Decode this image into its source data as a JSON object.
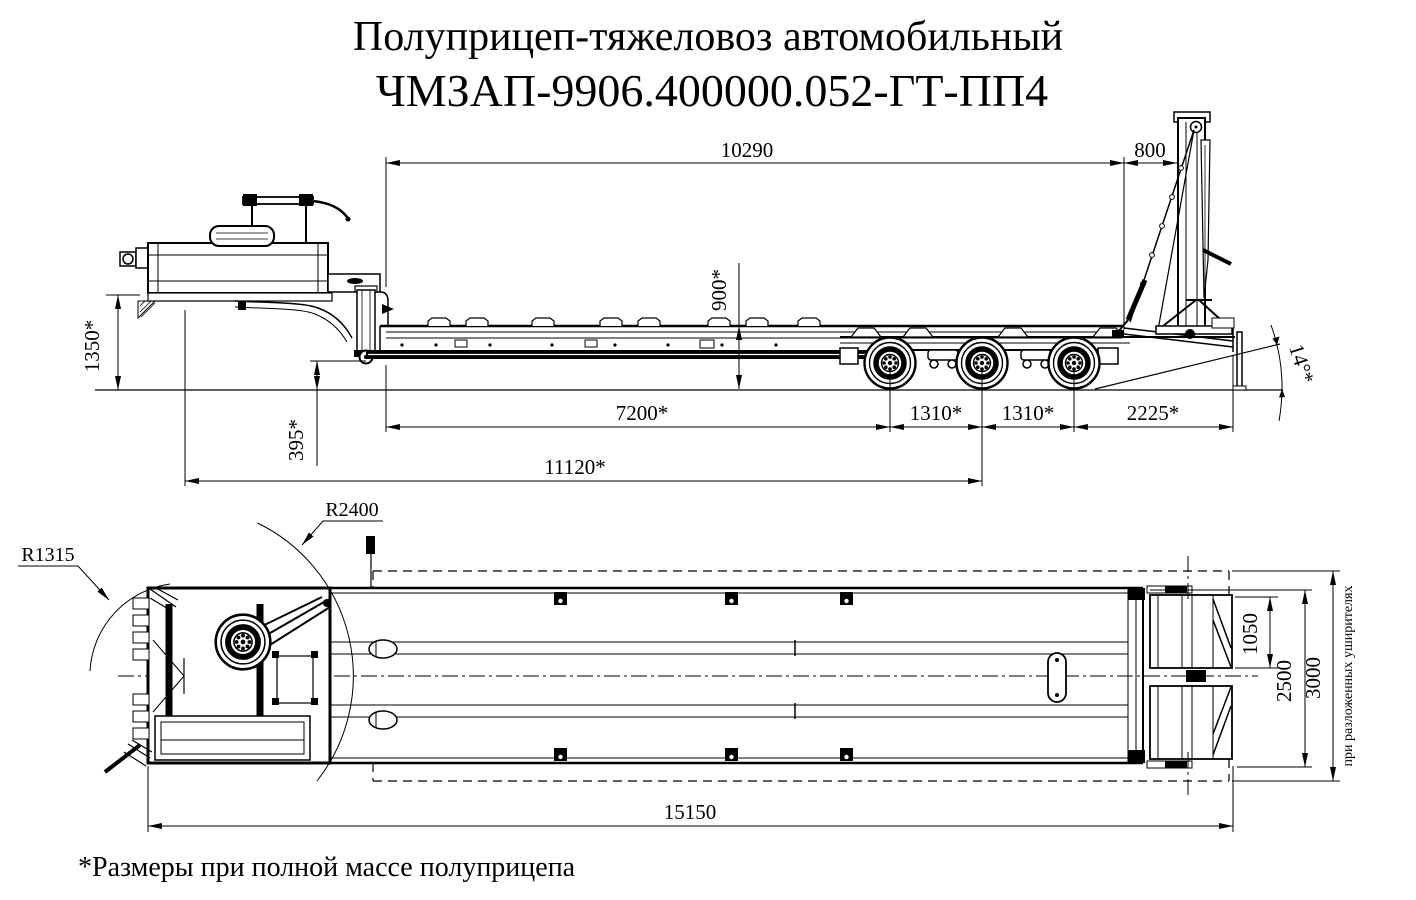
{
  "title": {
    "line1": "Полуприцеп-тяжеловоз автомобильный",
    "line2": "ЧМЗАП-9906.400000.052-ГТ-ПП4"
  },
  "footnote": "*Размеры при полной массе полуприцепа",
  "side_view": {
    "dim_platform_length": "10290",
    "dim_rear_overhang": "800",
    "dim_loading_height": "900*",
    "dim_gooseneck_height": "1350*",
    "dim_frame_clearance": "395*",
    "dim_gooseneck_to_axle1": "7200*",
    "dim_axle_spacing_1": "1310*",
    "dim_axle_spacing_2": "1310*",
    "dim_axle3_to_rear": "2225*",
    "dim_front_to_bogie": "11120*",
    "dim_ramp_angle": "14°*"
  },
  "top_view": {
    "dim_radius_outer": "R2400",
    "dim_radius_inner": "R1315",
    "dim_ramp_width": "1050",
    "dim_platform_width": "2500",
    "dim_extended_width": "3000",
    "dim_overall_length": "15150",
    "note_extended": "при разложенных уширителях"
  }
}
